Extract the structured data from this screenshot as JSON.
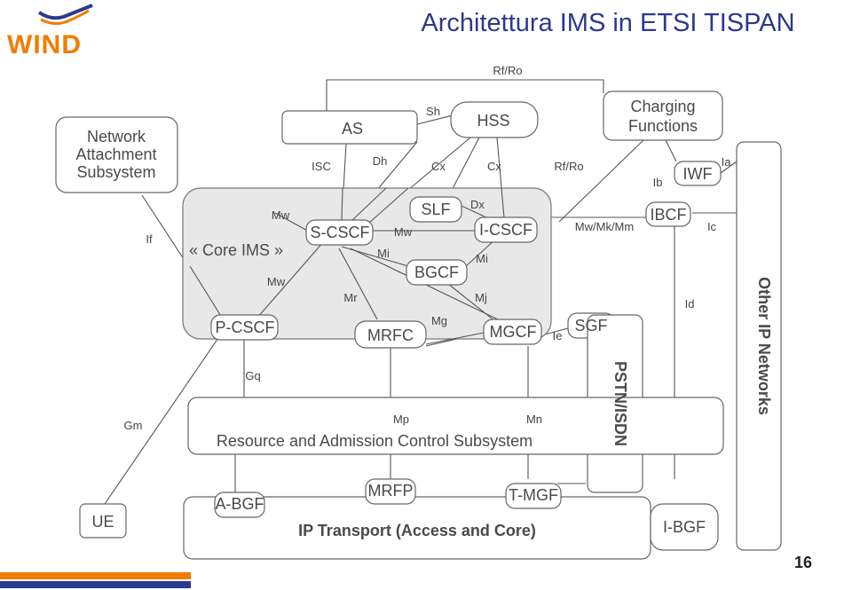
{
  "header": {
    "title": "Architettura IMS in ETSI TISPAN",
    "logo_text": "WIND",
    "page_number": "16"
  },
  "colors": {
    "title": "#2b3a8c",
    "brand_orange": "#f07d00",
    "core_fill": "#e8e8e8"
  },
  "nodes": {
    "nass": "Network Attachment Subsystem",
    "as": "AS",
    "hss": "HSS",
    "charging": "Charging Functions",
    "iwf": "IWF",
    "ibcf": "IBCF",
    "core_ims": "« Core IMS »",
    "s_cscf": "S-CSCF",
    "slf": "SLF",
    "i_cscf": "I-CSCF",
    "bgcf": "BGCF",
    "p_cscf": "P-CSCF",
    "mrfc": "MRFC",
    "mgcf": "MGCF",
    "sgf": "SGF",
    "pstn": "PSTN/ISDN",
    "other_ip": "Other IP Networks",
    "racs": "Resource and Admission Control Subsystem",
    "ue": "UE",
    "a_bgf": "A-BGF",
    "mrfp": "MRFP",
    "t_mgf": "T-MGF",
    "i_bgf": "I-BGF",
    "transport": "IP Transport (Access and Core)"
  },
  "interfaces": {
    "rf_ro_top": "Rf/Ro",
    "sh": "Sh",
    "isc": "ISC",
    "dh": "Dh",
    "cx1": "Cx",
    "cx2": "Cx",
    "rf_ro_mid": "Rf/Ro",
    "ib": "Ib",
    "ia": "Ia",
    "if": "If",
    "mw1": "Mw",
    "mw2": "Mw",
    "mw3": "Mw",
    "dx": "Dx",
    "mw_mk_mm": "Mw/Mk/Mm",
    "ic": "Ic",
    "mi1": "Mi",
    "mi2": "Mi",
    "mr": "Mr",
    "mj": "Mj",
    "mg": "Mg",
    "ie": "Ie",
    "id": "Id",
    "gq": "Gq",
    "gm": "Gm",
    "mp": "Mp",
    "mn": "Mn"
  }
}
